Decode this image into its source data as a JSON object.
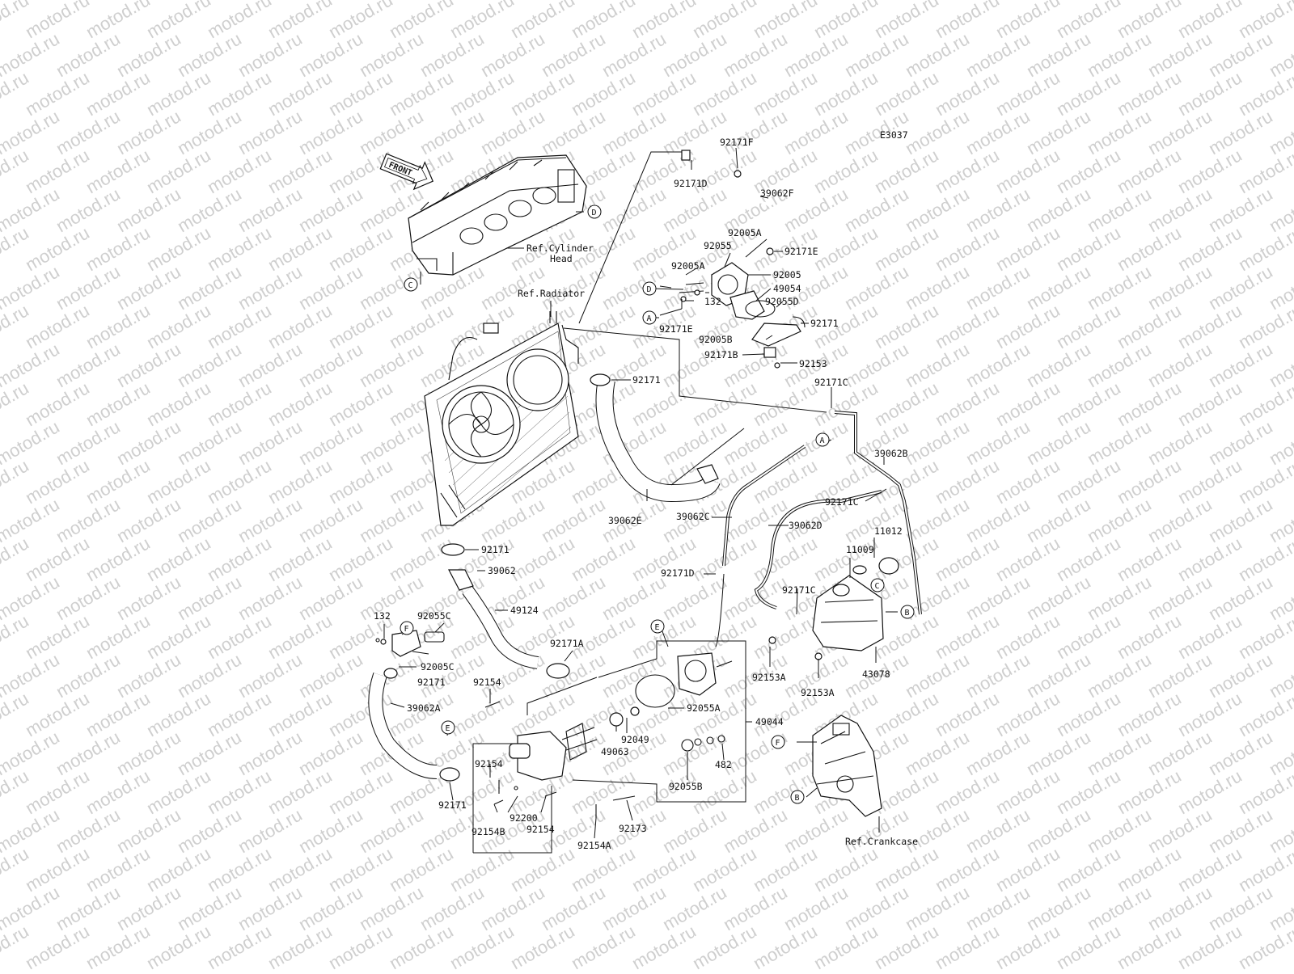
{
  "diagram": {
    "code": "E3037",
    "watermark": "motod.ru",
    "front_label": "FRONT",
    "refs": {
      "cylinder_head_line1": "Ref.Cylinder",
      "cylinder_head_line2": "Head",
      "radiator": "Ref.Radiator",
      "crankcase": "Ref.Crankcase"
    },
    "connectors": {
      "A": "A",
      "B": "B",
      "C": "C",
      "D": "D",
      "E": "E",
      "F": "F"
    },
    "parts": {
      "p92171F": "92171F",
      "p92171D_top": "92171D",
      "p39062F": "39062F",
      "p92005A_1": "92005A",
      "p92055": "92055",
      "p92171E_1": "92171E",
      "p92005A_2": "92005A",
      "p92005": "92005",
      "p49054": "49054",
      "p132_top": "132",
      "p92055D": "92055D",
      "p92171E_2": "92171E",
      "p92005B": "92005B",
      "p92171_a": "92171",
      "p92171B": "92171B",
      "p92153": "92153",
      "p92171_b": "92171",
      "p92171C_1": "92171C",
      "p39062B": "39062B",
      "p92171C_2": "92171C",
      "p39062E": "39062E",
      "p39062C": "39062C",
      "p39062D": "39062D",
      "p11012": "11012",
      "p11009": "11009",
      "p92171_c": "92171",
      "p39062": "39062",
      "p92171D_mid": "92171D",
      "p49124": "49124",
      "p92171C_3": "92171C",
      "p132_left": "132",
      "p92055C": "92055C",
      "p92005C": "92005C",
      "p92171A": "92171A",
      "p92153A_1": "92153A",
      "p43078": "43078",
      "p92153A_2": "92153A",
      "p92171_d": "92171",
      "p92154_1": "92154",
      "p39062A": "39062A",
      "p92055A": "92055A",
      "p49044": "49044",
      "p92049": "92049",
      "p49063": "49063",
      "p482": "482",
      "p92055B": "92055B",
      "p92154_2": "92154",
      "p92171_e": "92171",
      "p92200": "92200",
      "p92154_3": "92154",
      "p92154B": "92154B",
      "p92173": "92173",
      "p92154A": "92154A"
    }
  }
}
